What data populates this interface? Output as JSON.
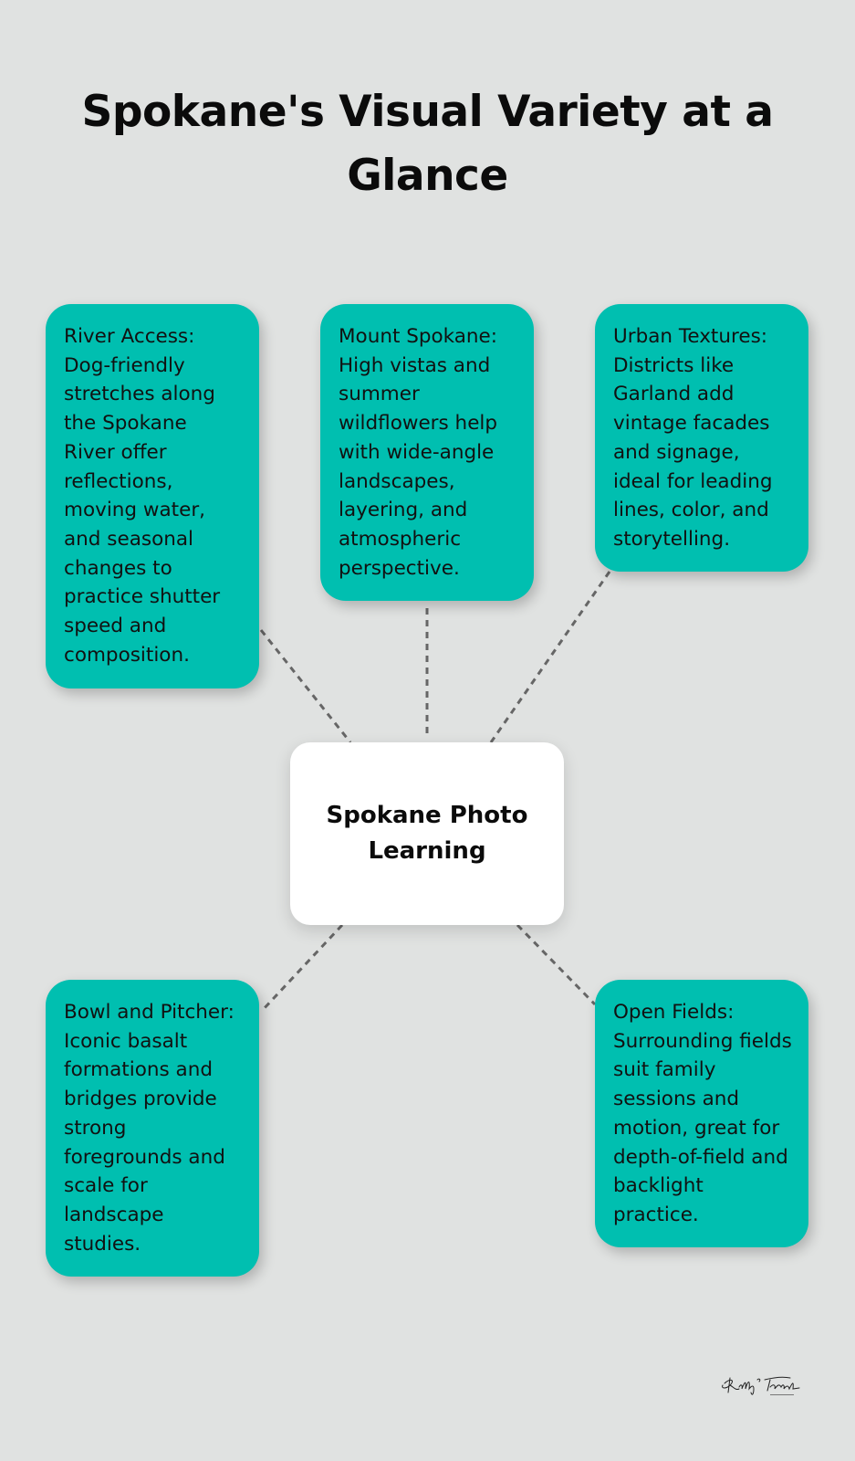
{
  "title": "Spokane's Visual Variety at a Glance",
  "center": {
    "label": "Spokane Photo Learning"
  },
  "cards": [
    {
      "id": "river-access",
      "text": "River Access: Dog-friendly stretches along the Spokane River offer reflections, moving water, and seasonal changes to practice shutter speed and composition."
    },
    {
      "id": "mount-spokane",
      "text": "Mount Spokane: High vistas and summer wildflowers help with wide-angle landscapes, layering, and atmospheric perspective."
    },
    {
      "id": "urban-textures",
      "text": "Urban Textures: Districts like Garland add vintage facades and signage, ideal for leading lines, color, and storytelling."
    },
    {
      "id": "bowl-and-pitcher",
      "text": "Bowl and Pitcher: Iconic basalt formations and bridges provide strong foregrounds and scale for landscape studies."
    },
    {
      "id": "open-fields",
      "text": "Open Fields: Surrounding fields suit family sessions and motion, great for depth-of-field and backlight practice."
    }
  ],
  "colors": {
    "background": "#e0e2e1",
    "card": "#00bfb0",
    "center": "#ffffff",
    "connector": "#666666"
  },
  "logo": {
    "icon": "signature-logo-icon"
  }
}
